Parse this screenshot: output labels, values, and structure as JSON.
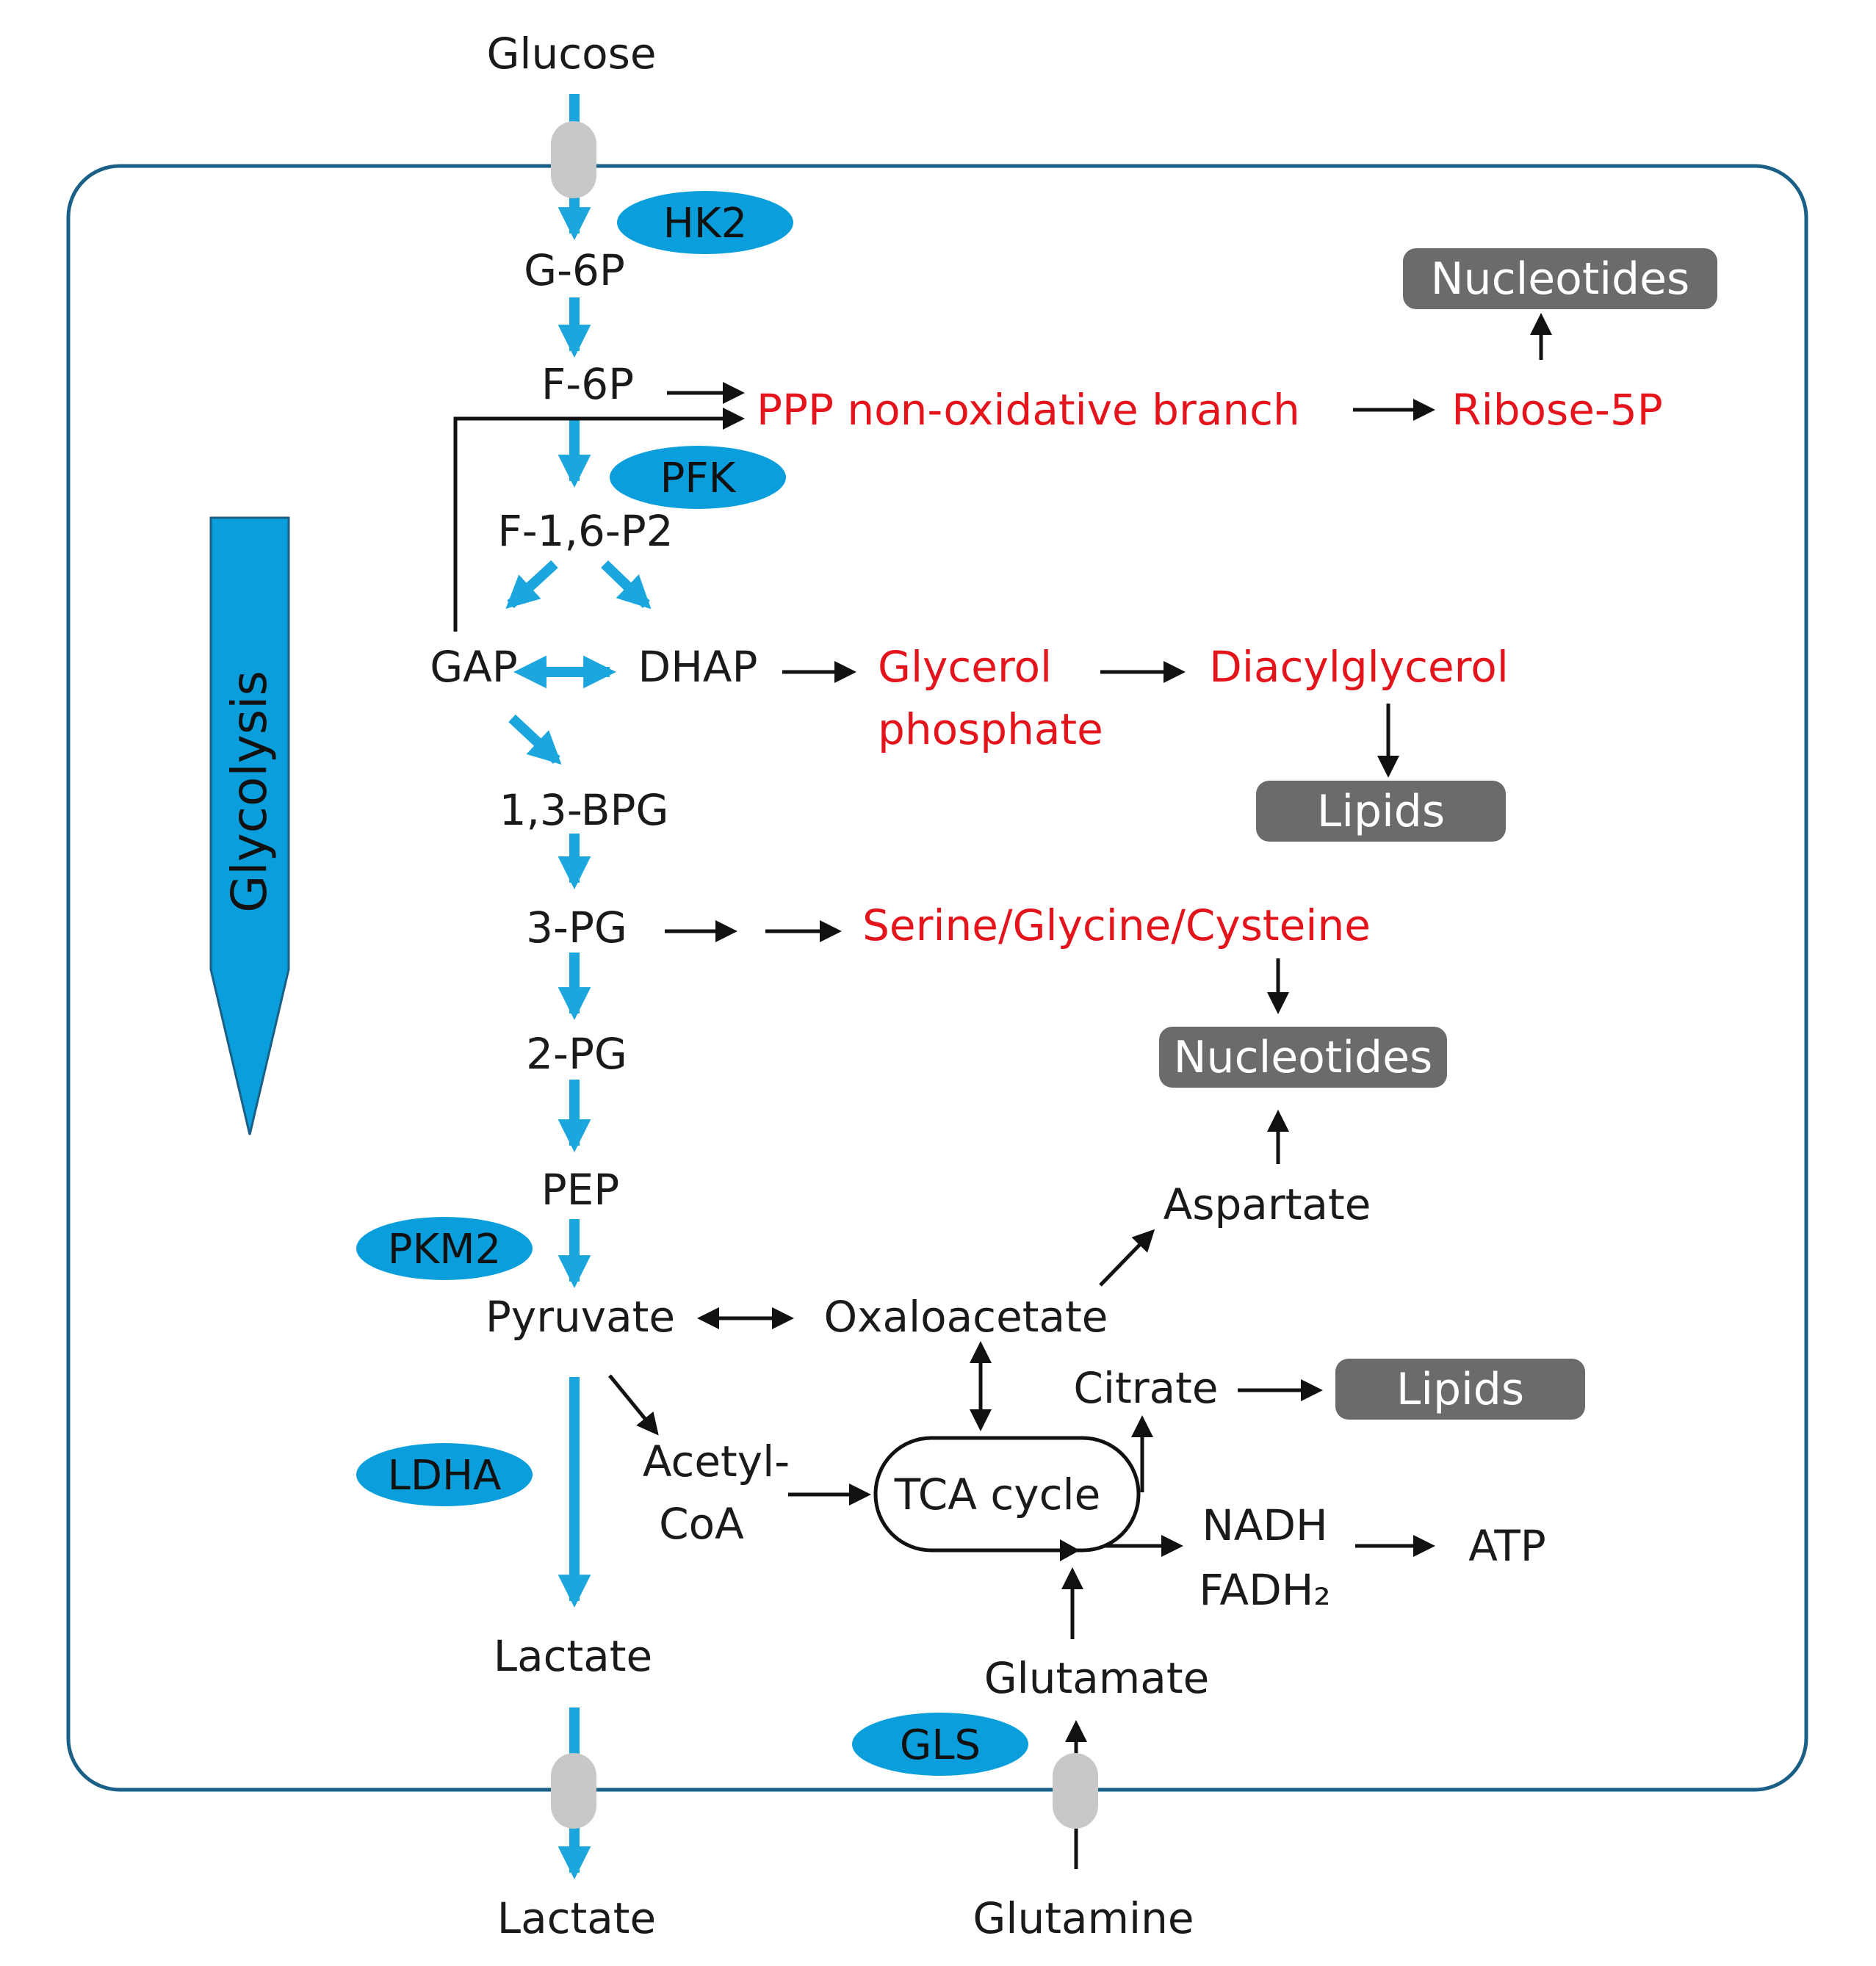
{
  "colors": {
    "flux_blue": "#1ba6dd",
    "enzyme_blue": "#0a9fdc",
    "cell_border": "#1a5f86",
    "product_red": "#e3141b",
    "box_gray": "#6b6b6b",
    "transporter_gray": "#c8c8c8"
  },
  "metabolites": {
    "glucose": "Glucose",
    "g6p": "G-6P",
    "f6p": "F-6P",
    "f16p2": "F-1,6-P2",
    "gap": "GAP",
    "dhap": "DHAP",
    "bpg13": "1,3-BPG",
    "pg3": "3-PG",
    "pg2": "2-PG",
    "pep": "PEP",
    "pyruvate": "Pyruvate",
    "lactate_in": "Lactate",
    "lactate_out": "Lactate",
    "oxaloacetate": "Oxaloacetate",
    "aspartate": "Aspartate",
    "citrate": "Citrate",
    "acetyl_1": "Acetyl-",
    "acetyl_2": "CoA",
    "tca": "TCA cycle",
    "nadh": "NADH",
    "fadh2": "FADH₂",
    "atp": "ATP",
    "glutamate": "Glutamate",
    "glutamine": "Glutamine"
  },
  "products": {
    "ppp": "PPP non-oxidative branch",
    "ribose5p": "Ribose-5P",
    "glycerol_1": "Glycerol",
    "glycerol_2": "phosphate",
    "diacylglycerol": "Diacylglycerol",
    "serine": "Serine/Glycine/Cysteine"
  },
  "boxes": {
    "nucleotides_top": "Nucleotides",
    "lipids_top": "Lipids",
    "nucleotides_mid": "Nucleotides",
    "lipids_bottom": "Lipids"
  },
  "enzymes": {
    "hk2": "HK2",
    "pfk": "PFK",
    "pkm2": "PKM2",
    "ldha": "LDHA",
    "gls": "GLS"
  },
  "glycolysis_label": "Glycolysis"
}
